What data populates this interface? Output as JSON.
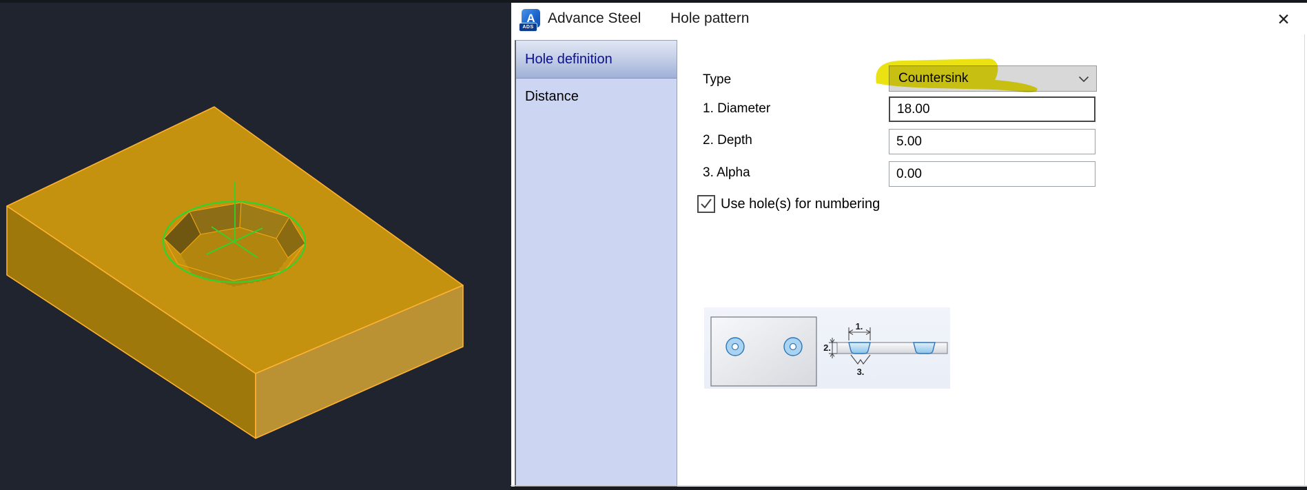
{
  "window": {
    "app_title": "Advance Steel",
    "dialog_title": "Hole pattern",
    "close_glyph": "✕",
    "icon_letter": "A",
    "icon_badge": "ADS"
  },
  "sidebar": {
    "items": [
      {
        "label": "Hole definition",
        "selected": true
      },
      {
        "label": "Distance",
        "selected": false
      }
    ]
  },
  "form": {
    "type_label": "Type",
    "type_value": "Countersink",
    "fields": [
      {
        "label": "1. Diameter",
        "value": "18.00"
      },
      {
        "label": "2. Depth",
        "value": "5.00"
      },
      {
        "label": "3. Alpha",
        "value": "0.00"
      }
    ],
    "checkbox_label": "Use hole(s) for numbering",
    "checkbox_checked": true
  },
  "diagram": {
    "dim_labels": [
      "1.",
      "2.",
      "3."
    ]
  },
  "colors": {
    "highlight_yellow": "#e9df00",
    "selection_green": "#2dd42d",
    "gold_top": "#c5920f",
    "gold_left": "#9f780c",
    "gold_right": "#ba9233",
    "edge_orange": "#ffb232",
    "viewport_bg": "#20242e",
    "sidebar_bg": "#ccd6f3",
    "navy_text": "#0a1193",
    "diagram_blue_fill": "#a9d3f0",
    "diagram_blue_stroke": "#2e75b6"
  }
}
